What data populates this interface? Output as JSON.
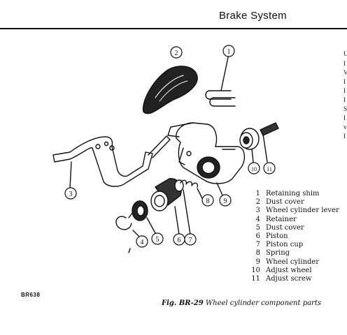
{
  "header": {
    "title": "Brake System"
  },
  "legend": [
    {
      "num": "1",
      "label": "Retaining shim"
    },
    {
      "num": "2",
      "label": "Dust cover"
    },
    {
      "num": "3",
      "label": "Wheel cylinder lever"
    },
    {
      "num": "4",
      "label": "Retainer"
    },
    {
      "num": "5",
      "label": "Dust cover"
    },
    {
      "num": "6",
      "label": "Piston"
    },
    {
      "num": "7",
      "label": "Piston cup"
    },
    {
      "num": "8",
      "label": "Spring"
    },
    {
      "num": "9",
      "label": "Wheel cylinder"
    },
    {
      "num": "10",
      "label": "Adjust wheel"
    },
    {
      "num": "11",
      "label": "Adjust screw"
    }
  ],
  "callouts": [
    "1",
    "2",
    "3",
    "4",
    "5",
    "6",
    "7",
    "8",
    "9",
    "10",
    "11"
  ],
  "figure_code": "BR638",
  "caption": {
    "fig_label": "Fig. BR-29",
    "text": "Wheel cylinder component parts"
  },
  "edge_letters": [
    "U",
    "I",
    "V",
    "I",
    "I",
    "I",
    "S",
    "I",
    "v",
    "I"
  ]
}
